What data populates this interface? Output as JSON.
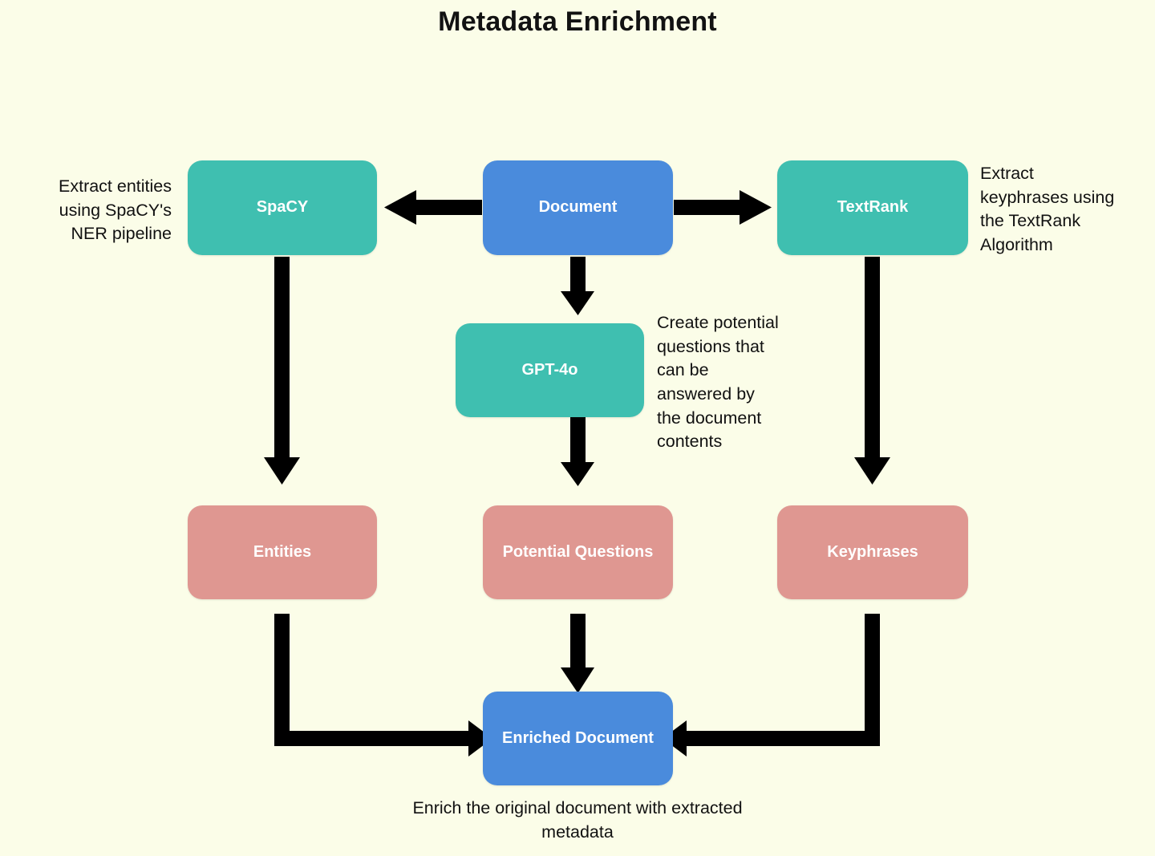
{
  "page": {
    "title": "Metadata Enrichment",
    "background_color": "#fbfde8",
    "text_color": "#111111"
  },
  "palette": {
    "teal": "#3fbfb0",
    "blue": "#4a8bdc",
    "rose": "#df9791",
    "arrow": "#000000",
    "node_label": "#ffffff"
  },
  "nodes": {
    "spacy": {
      "label": "SpaCY",
      "color": "#3fbfb0",
      "type": "process"
    },
    "document": {
      "label": "Document",
      "color": "#4a8bdc",
      "type": "source"
    },
    "textrank": {
      "label": "TextRank",
      "color": "#3fbfb0",
      "type": "process"
    },
    "gpt4o": {
      "label": "GPT-4o",
      "color": "#3fbfb0",
      "type": "process"
    },
    "entities": {
      "label": "Entities",
      "color": "#df9791",
      "type": "output"
    },
    "questions": {
      "label": "Potential\nQuestions",
      "color": "#df9791",
      "type": "output"
    },
    "keyphrases": {
      "label": "Keyphrases",
      "color": "#df9791",
      "type": "output"
    },
    "enriched": {
      "label": "Enriched\nDocument",
      "color": "#4a8bdc",
      "type": "result"
    }
  },
  "annotations": {
    "spacy_note": "Extract entities\nusing SpaCY's\nNER pipeline",
    "textrank_note": "Extract\nkeyphrases using\nthe TextRank\nAlgorithm",
    "gpt4o_note": "Create potential\nquestions that\ncan be\nanswered by\nthe document\ncontents",
    "enriched_note": "Enrich the original document with extracted\nmetadata"
  },
  "edges": [
    {
      "from": "document",
      "to": "spacy",
      "direction": "left"
    },
    {
      "from": "document",
      "to": "textrank",
      "direction": "right"
    },
    {
      "from": "document",
      "to": "gpt4o",
      "direction": "down"
    },
    {
      "from": "spacy",
      "to": "entities",
      "direction": "down"
    },
    {
      "from": "gpt4o",
      "to": "questions",
      "direction": "down"
    },
    {
      "from": "textrank",
      "to": "keyphrases",
      "direction": "down"
    },
    {
      "from": "entities",
      "to": "enriched",
      "direction": "down-right-elbow"
    },
    {
      "from": "questions",
      "to": "enriched",
      "direction": "down"
    },
    {
      "from": "keyphrases",
      "to": "enriched",
      "direction": "down-left-elbow"
    }
  ]
}
